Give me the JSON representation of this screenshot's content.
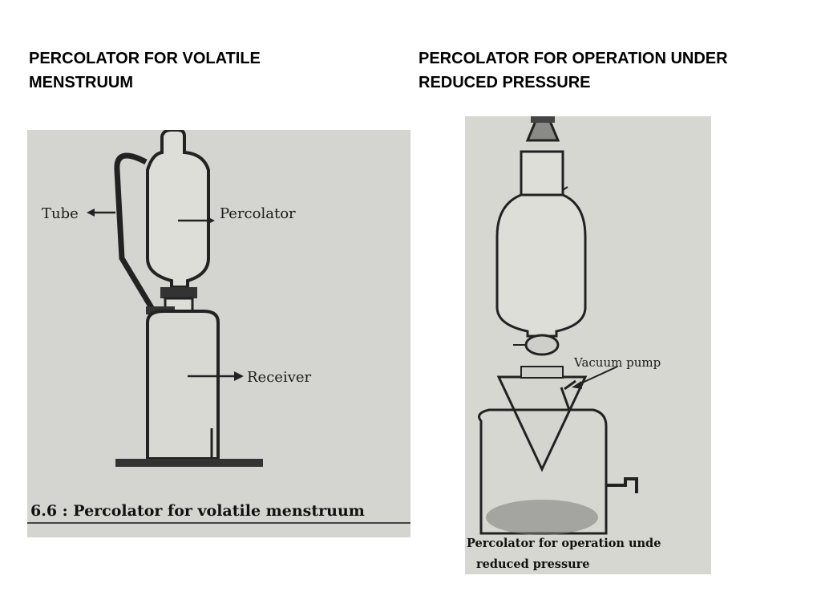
{
  "slide": {
    "left": {
      "heading": "PERCOLATOR FOR VOLATILE\nMENSTRUUM",
      "figure": {
        "labels": {
          "tube": "Tube",
          "percolator": "Percolator",
          "receiver": "Receiver"
        },
        "caption": "6.6 : Percolator for volatile menstruum"
      }
    },
    "right": {
      "heading": "PERCOLATOR FOR OPERATION UNDER\nREDUCED PRESSURE",
      "figure": {
        "labels": {
          "vacuum_pump": "Vacuum pump"
        },
        "caption_line1": "Percolator for operation unde",
        "caption_line2": "reduced pressure"
      }
    }
  }
}
